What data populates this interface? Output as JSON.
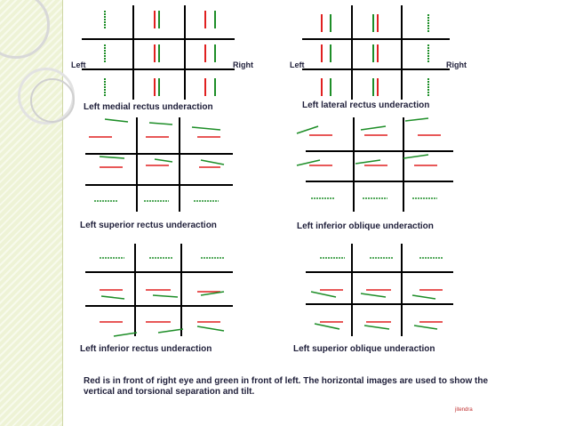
{
  "colors": {
    "red": "#e02020",
    "green": "#1e8e28",
    "grid": "#000000"
  },
  "labels": {
    "left": "Left",
    "right": "Right"
  },
  "captions": [
    "Left medial rectus underaction",
    "Left lateral rectus underaction",
    "Left superior rectus underaction",
    "Left inferior oblique underaction",
    "Left inferior rectus underaction",
    "Left superior oblique underaction"
  ],
  "note": "Red is in front of right eye and green in front of left. The horizontal images are used to show the vertical and torsional separation and tilt.",
  "credit": "jitendra"
}
